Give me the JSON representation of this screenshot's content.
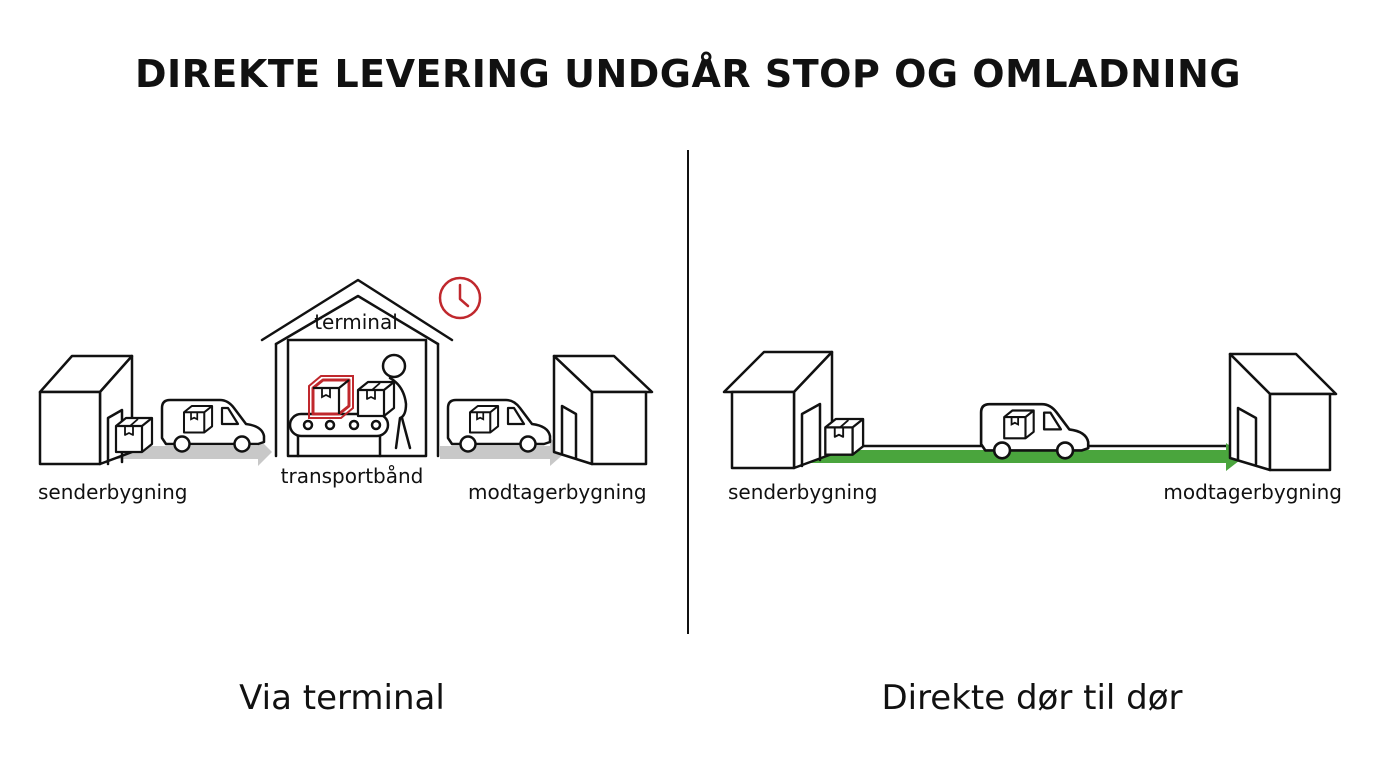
{
  "title": "DIREKTE LEVERING UNDGÅR STOP OG OMLADNING",
  "colors": {
    "accent_red": "#c0282d",
    "accent_green": "#4aa53d",
    "arrow_gray": "#c8c8c8",
    "ink": "#111111"
  },
  "left_panel": {
    "caption": "Via terminal",
    "sender_label": "senderbygning",
    "terminal_label": "terminal",
    "conveyor_label": "transportbånd",
    "receiver_label": "modtagerbygning",
    "icons": [
      "building-icon",
      "package-icon",
      "van-icon",
      "terminal-icon",
      "clock-icon",
      "worker-icon",
      "conveyor-icon"
    ]
  },
  "right_panel": {
    "caption": "Direkte dør til dør",
    "sender_label": "senderbygning",
    "receiver_label": "modtagerbygning",
    "icons": [
      "building-icon",
      "package-icon",
      "van-icon",
      "arrow-icon"
    ]
  }
}
